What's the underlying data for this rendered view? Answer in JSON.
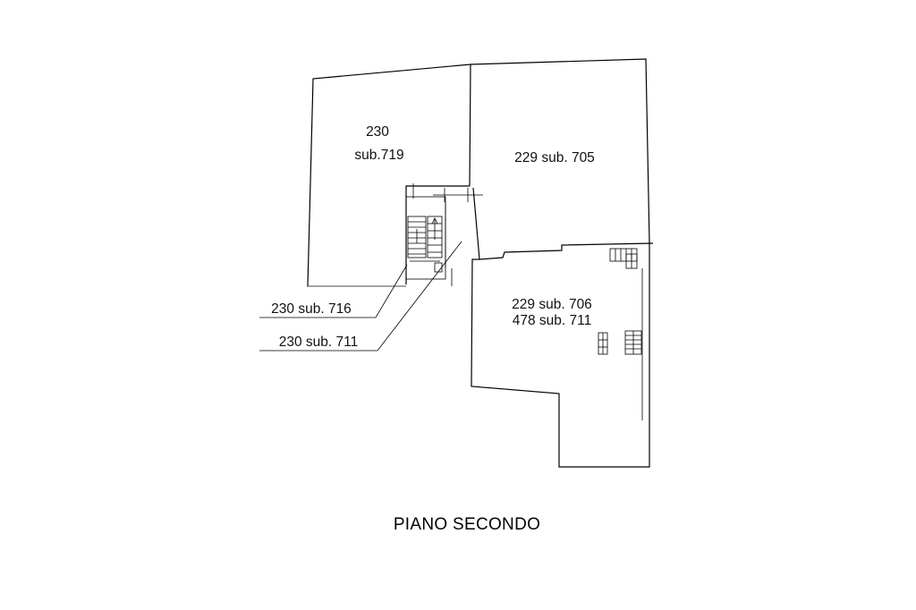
{
  "plan": {
    "title": "PIANO SECONDO",
    "units": {
      "unit_230_719": {
        "line1": "230",
        "line2": "sub.719"
      },
      "unit_229_705": {
        "label": "229 sub. 705"
      },
      "unit_229_706": {
        "line1": "229 sub. 706",
        "line2": "478 sub. 711"
      }
    },
    "callouts": {
      "sub_716": "230 sub. 716",
      "sub_711": "230 sub. 711"
    }
  }
}
